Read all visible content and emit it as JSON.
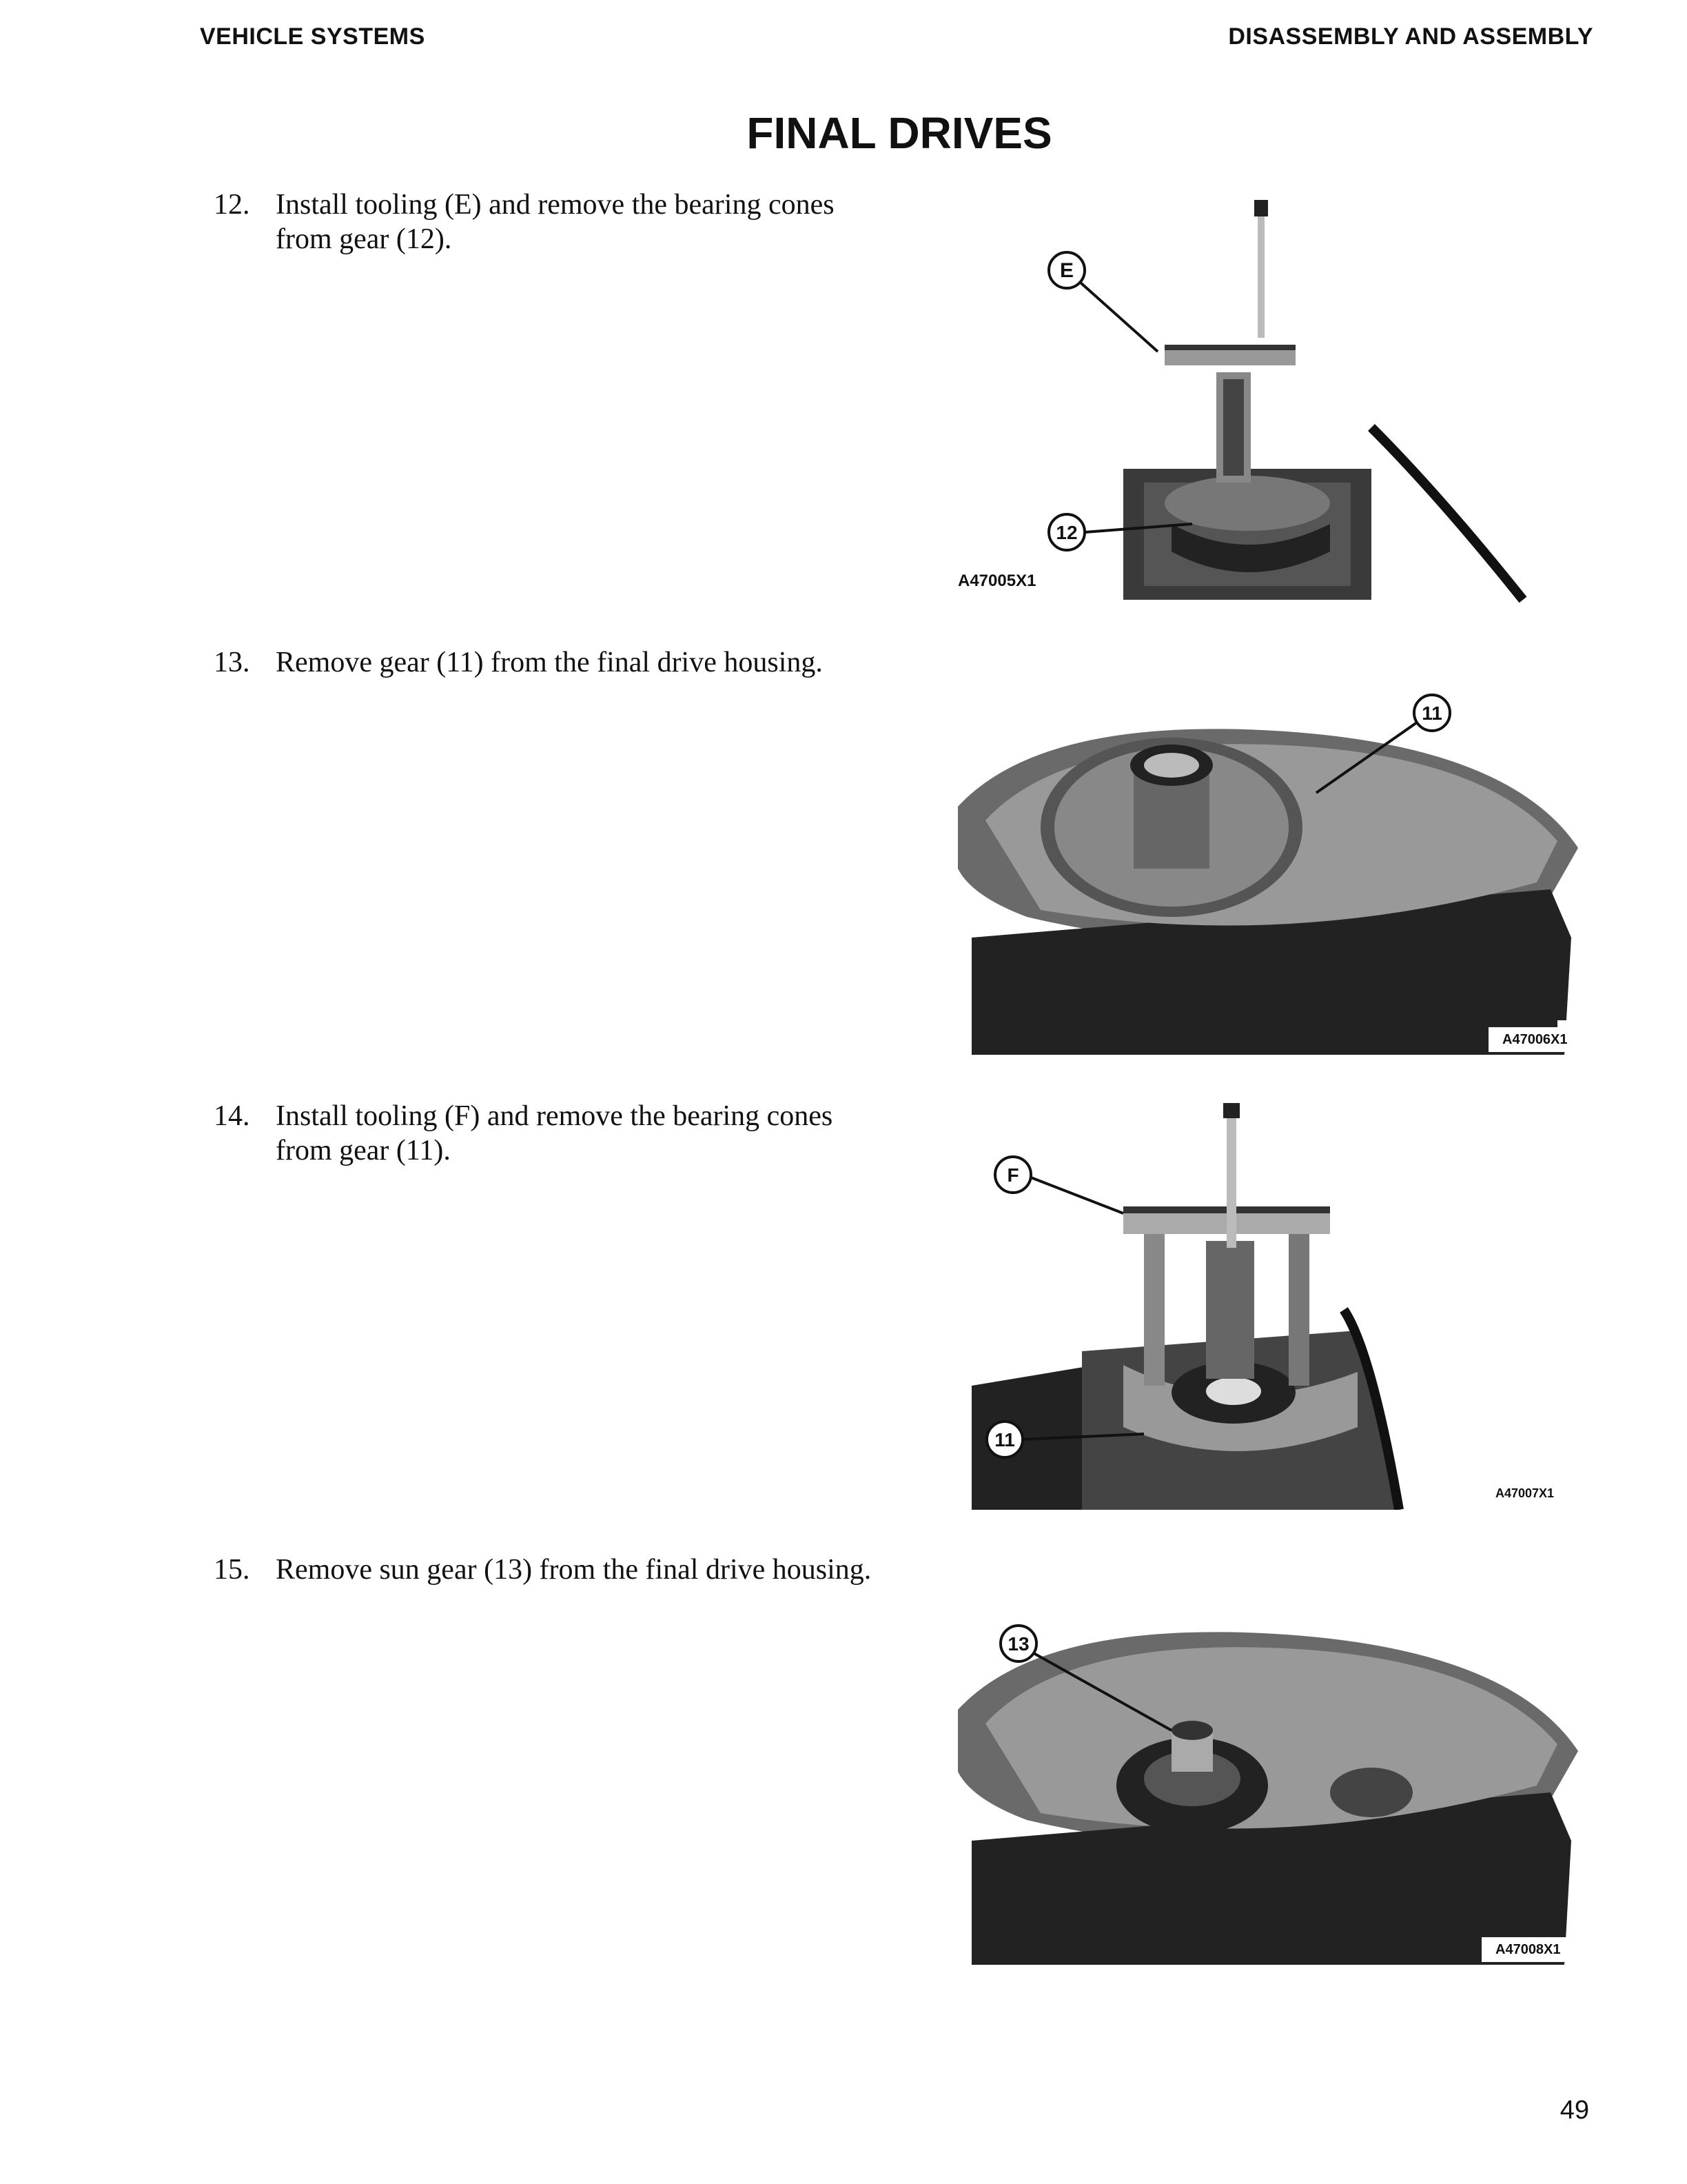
{
  "header": {
    "left": "VEHICLE SYSTEMS",
    "right": "DISASSEMBLY AND ASSEMBLY"
  },
  "title": "FINAL DRIVES",
  "steps": [
    {
      "number": "12.",
      "text": "Install tooling (E) and remove the bearing cones from gear (12)."
    },
    {
      "number": "13.",
      "text": "Remove gear (11) from the final drive housing."
    },
    {
      "number": "14.",
      "text": "Install tooling (F) and remove the bearing cones from gear (11)."
    },
    {
      "number": "15.",
      "text": "Remove sun gear (13) from the final drive housing."
    }
  ],
  "figures": [
    {
      "code": "A47005X1",
      "callouts": [
        "E",
        "12"
      ]
    },
    {
      "code": "A47006X1",
      "callouts": [
        "11"
      ]
    },
    {
      "code": "A47007X1",
      "callouts": [
        "F",
        "11"
      ]
    },
    {
      "code": "A47008X1",
      "callouts": [
        "13"
      ]
    }
  ],
  "page_number": "49"
}
